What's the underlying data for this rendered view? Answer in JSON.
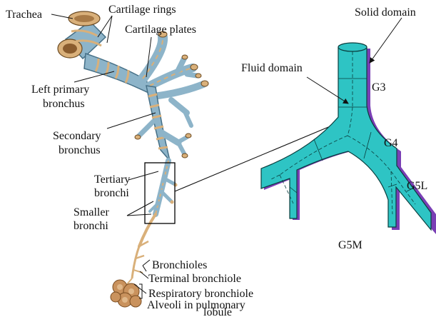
{
  "left_panel": {
    "labels": {
      "trachea": "Trachea",
      "cartilage_rings": "Cartilage rings",
      "cartilage_plates": "Cartilage plates",
      "left_primary_line1": "Left primary",
      "left_primary_line2": "bronchus",
      "secondary_line1": "Secondary",
      "secondary_line2": "bronchus",
      "tertiary_line1": "Tertiary",
      "tertiary_line2": "bronchi",
      "smaller_line1": "Smaller",
      "smaller_line2": "bronchi",
      "bronchioles": "Bronchioles",
      "terminal_bronchiole": "Terminal bronchiole",
      "respiratory_bronchiole": "Respiratory bronchiole",
      "alveoli_line1": "Alveoli in pulmonary",
      "alveoli_line2": "lobule"
    },
    "colors": {
      "airway": "#8db4c9",
      "airway_dark": "#5e8aa3",
      "cartilage": "#d9b07a",
      "alveoli": "#c9925d"
    }
  },
  "right_panel": {
    "labels": {
      "solid_domain": "Solid domain",
      "fluid_domain": "Fluid domain",
      "g3": "G3",
      "g4": "G4",
      "g5l": "G5L",
      "g5m": "G5M"
    },
    "colors": {
      "fluid": "#2ec4c4",
      "solid": "#7a3fb5",
      "edge": "#0a3d3d"
    }
  }
}
